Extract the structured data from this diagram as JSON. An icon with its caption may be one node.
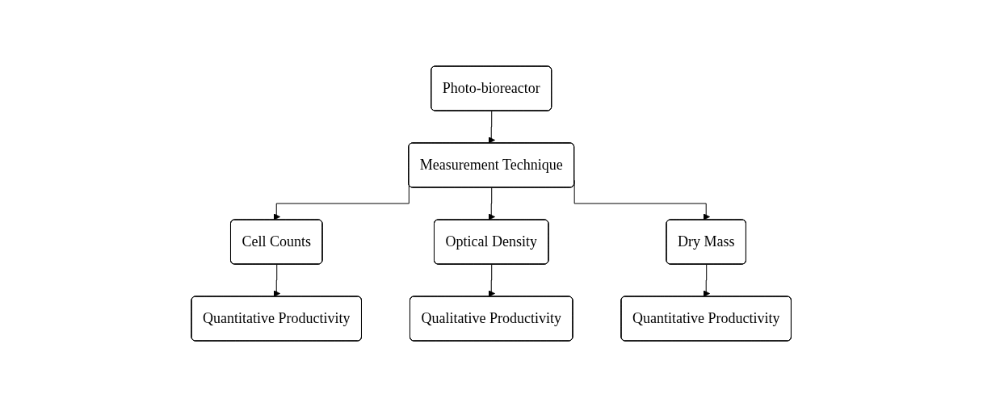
{
  "diagram": {
    "nodes": [
      {
        "text": [
          "Photo-bioreactor"
        ]
      },
      {
        "text": [
          "Measurement Technique"
        ]
      },
      {
        "text": [
          "Cell Counts"
        ]
      },
      {
        "text": [
          "Optical Density"
        ]
      },
      {
        "text": [
          "Dry Mass"
        ]
      },
      {
        "text": [
          "Quantitative Productivity"
        ]
      },
      {
        "text": [
          "Qualitative Productivity"
        ]
      },
      {
        "text": [
          "Quantitative Productivity"
        ]
      }
    ],
    "edges": [
      {
        "from": 0,
        "to": 1,
        "arrow": "to"
      },
      {
        "from": 1,
        "to": 2,
        "arrow": "to"
      },
      {
        "from": 1,
        "to": 3,
        "arrow": "to"
      },
      {
        "from": 1,
        "to": 4,
        "arrow": "to"
      },
      {
        "from": 2,
        "to": 5,
        "arrow": "to"
      },
      {
        "from": 3,
        "to": 6,
        "arrow": "to"
      },
      {
        "from": 4,
        "to": 7,
        "arrow": "to"
      }
    ]
  }
}
